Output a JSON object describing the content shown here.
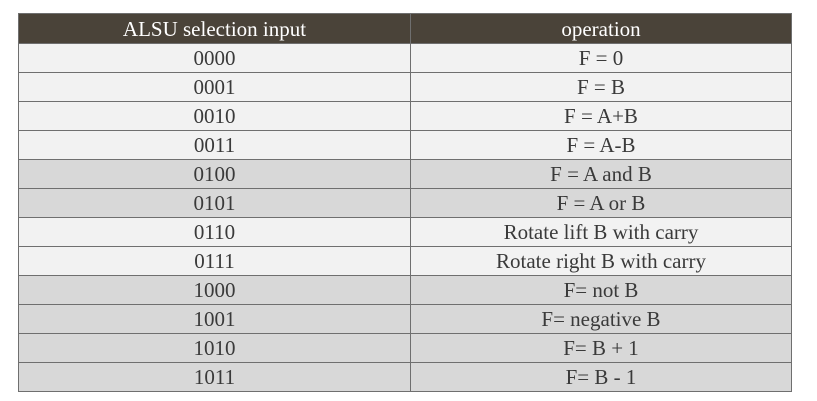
{
  "table": {
    "headers": [
      "ALSU selection input",
      "operation"
    ],
    "rows": [
      {
        "sel": "0000",
        "op": "F = 0",
        "shade": "light"
      },
      {
        "sel": "0001",
        "op": "F = B",
        "shade": "light"
      },
      {
        "sel": "0010",
        "op": "F = A+B",
        "shade": "light"
      },
      {
        "sel": "0011",
        "op": "F = A-B",
        "shade": "light"
      },
      {
        "sel": "0100",
        "op": "F = A and B",
        "shade": "dark"
      },
      {
        "sel": "0101",
        "op": "F = A or B",
        "shade": "dark"
      },
      {
        "sel": "0110",
        "op": "Rotate lift B with carry",
        "shade": "light"
      },
      {
        "sel": "0111",
        "op": "Rotate right B with carry",
        "shade": "light"
      },
      {
        "sel": "1000",
        "op": "F= not B",
        "shade": "dark"
      },
      {
        "sel": "1001",
        "op": "F= negative B",
        "shade": "dark"
      },
      {
        "sel": "1010",
        "op": "F= B + 1",
        "shade": "dark"
      },
      {
        "sel": "1011",
        "op": "F= B - 1",
        "shade": "dark"
      }
    ]
  },
  "colors": {
    "header_bg": "#4a4339",
    "row_light": "#f2f2f2",
    "row_dark": "#d8d8d8"
  }
}
